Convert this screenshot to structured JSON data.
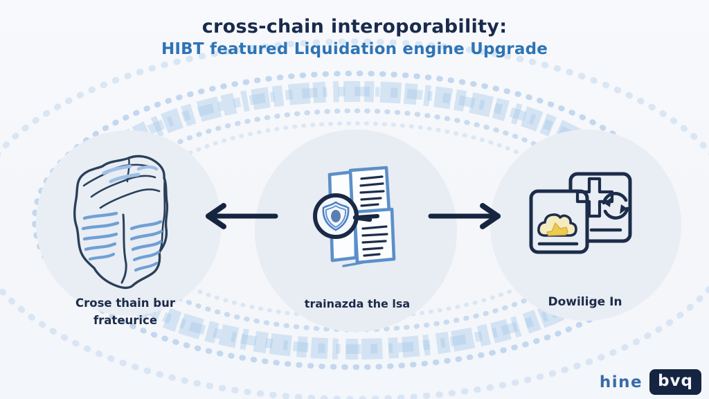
{
  "header": {
    "title": "cross-chain interoporability:",
    "subtitle": "HIBT featured Liquidation engine Upgrade"
  },
  "nodes": [
    {
      "id": "source-ledger",
      "icon": "crumpled-ledger-cube-icon",
      "label_line1": "Crose thain bur",
      "label_line2": "frateurice"
    },
    {
      "id": "audit-documents",
      "icon": "document-audit-magnifier-icon",
      "label_line1": "trainazda the lsa"
    },
    {
      "id": "destination-cards",
      "icon": "cloud-sync-cards-icon",
      "label_line1": "Dowilige In"
    }
  ],
  "connectors": [
    {
      "direction": "left"
    },
    {
      "direction": "right"
    }
  ],
  "footer": {
    "logo_text": "hine",
    "logo_badge": "bvq"
  },
  "colors": {
    "title": "#1a2a4c",
    "subtitle": "#2e74b5",
    "label": "#1c2b47",
    "arrow": "#16253f",
    "sketch_navy": "#2a4059",
    "sketch_blue": "#5b8fc9",
    "accent_yellow": "#eecd55",
    "halo_circle": "#e9edf4",
    "pattern_blue": "#b4cfec",
    "background": "#f5f7fa",
    "logo_text": "#3a6aa6",
    "logo_badge_bg": "#152441",
    "logo_badge_text": "#f4f7fa"
  }
}
